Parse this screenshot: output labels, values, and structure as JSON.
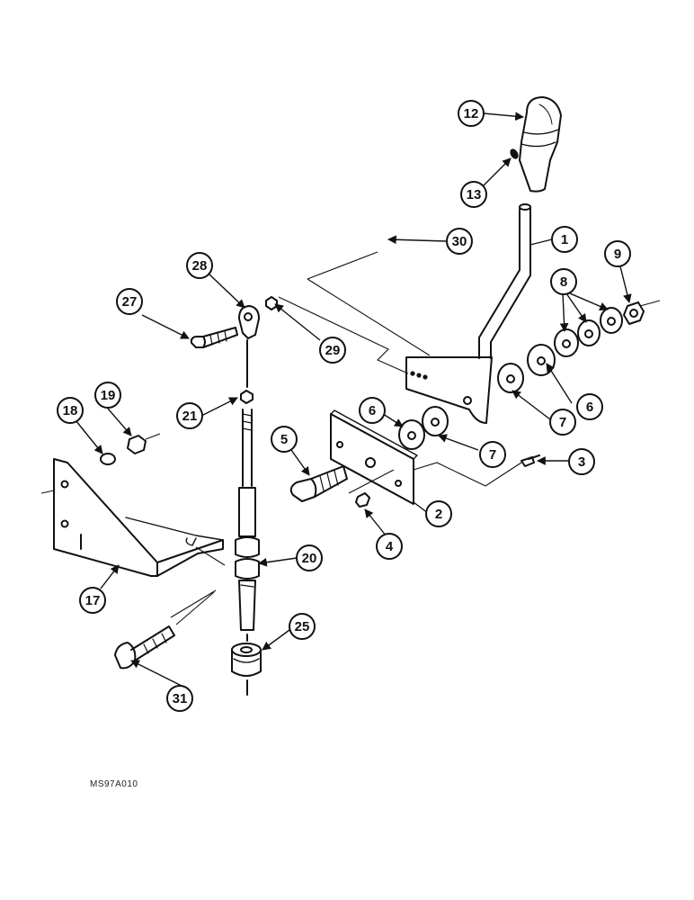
{
  "diagram": {
    "reference_code": "MS97A010",
    "callouts": [
      {
        "id": "c12",
        "label": "12"
      },
      {
        "id": "c13",
        "label": "13"
      },
      {
        "id": "c1",
        "label": "1"
      },
      {
        "id": "c30",
        "label": "30"
      },
      {
        "id": "c9",
        "label": "9"
      },
      {
        "id": "c28",
        "label": "28"
      },
      {
        "id": "c8",
        "label": "8"
      },
      {
        "id": "c27",
        "label": "27"
      },
      {
        "id": "c29",
        "label": "29"
      },
      {
        "id": "c6a",
        "label": "6"
      },
      {
        "id": "c7a",
        "label": "7"
      },
      {
        "id": "c19",
        "label": "19"
      },
      {
        "id": "c18",
        "label": "18"
      },
      {
        "id": "c21",
        "label": "21"
      },
      {
        "id": "c6b",
        "label": "6"
      },
      {
        "id": "c7b",
        "label": "7"
      },
      {
        "id": "c5",
        "label": "5"
      },
      {
        "id": "c3",
        "label": "3"
      },
      {
        "id": "c2",
        "label": "2"
      },
      {
        "id": "c4",
        "label": "4"
      },
      {
        "id": "c20",
        "label": "20"
      },
      {
        "id": "c17",
        "label": "17"
      },
      {
        "id": "c25",
        "label": "25"
      },
      {
        "id": "c31",
        "label": "31"
      }
    ]
  }
}
